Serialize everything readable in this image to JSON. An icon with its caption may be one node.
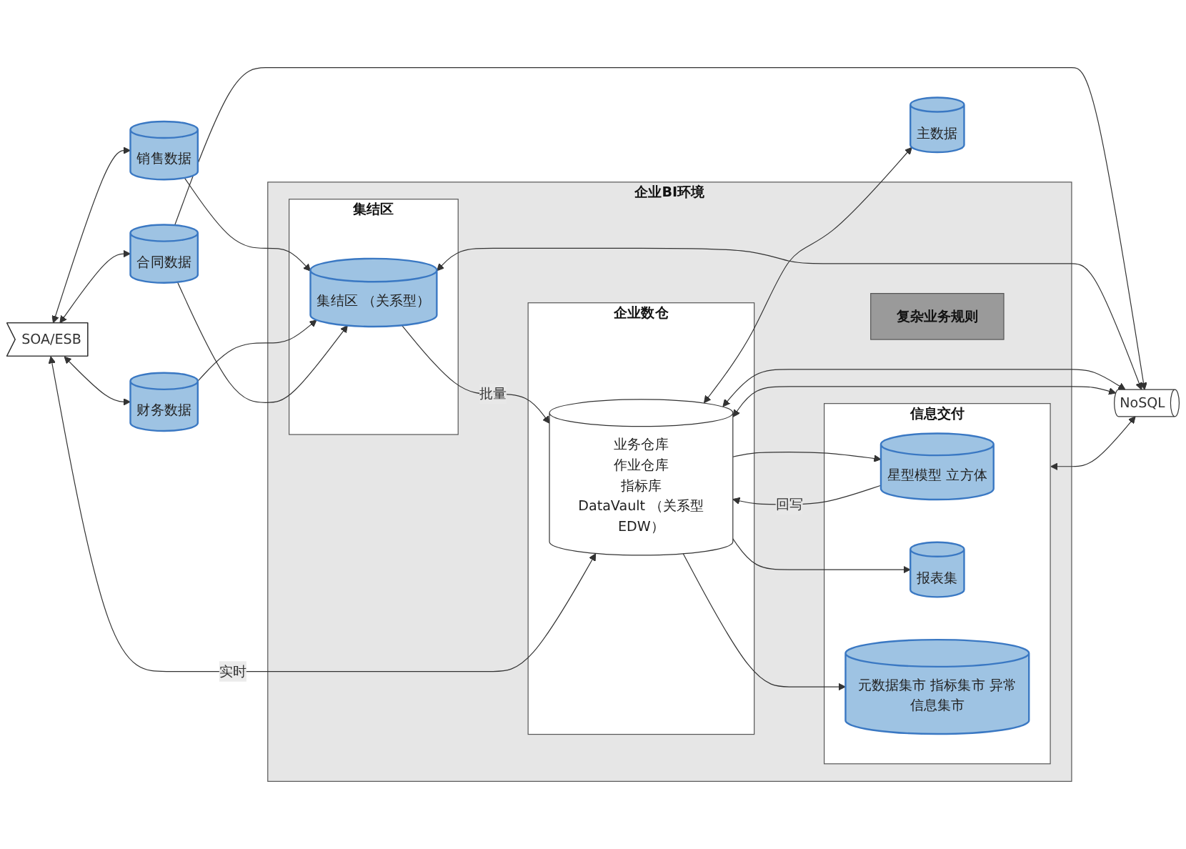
{
  "diagram": {
    "nodes": [
      {
        "text": [
          "SOA/ESB"
        ]
      },
      {
        "text": [
          "企业BI环境"
        ]
      },
      {
        "text": [
          "集结区"
        ],
        "in": 1
      },
      {
        "text": [
          "集结区 （关系型）"
        ],
        "in": 2
      },
      {
        "text": [
          "企业数仓"
        ],
        "in": 1
      },
      {
        "text": [
          "业务仓库",
          "作业仓库",
          "指标库",
          "DataVault （关系型EDW）"
        ],
        "in": 4
      },
      {
        "text": [
          "复杂业务规则"
        ],
        "in": 1
      },
      {
        "text": [
          "信息交付"
        ],
        "in": 1
      },
      {
        "text": [
          "星型模型 立方体"
        ],
        "in": 7
      },
      {
        "text": [
          "报表集"
        ],
        "in": 7
      },
      {
        "text": [
          "元数据集市 指标集市 异常信息集市"
        ],
        "in": 7
      },
      {
        "text": [
          "销售数据"
        ]
      },
      {
        "text": [
          "财务数据"
        ]
      },
      {
        "text": [
          "合同数据"
        ]
      },
      {
        "text": [
          "NoSQL"
        ]
      },
      {
        "text": [
          "主数据"
        ]
      }
    ],
    "edges": [
      {
        "from": 0,
        "to": 11,
        "arrow": "both"
      },
      {
        "from": 0,
        "to": 12,
        "arrow": "both"
      },
      {
        "from": 0,
        "to": 13,
        "arrow": "both"
      },
      {
        "from": 5,
        "to": 0,
        "arrow": "both",
        "label": "实时"
      },
      {
        "from": 11,
        "to": 3,
        "arrow": "to"
      },
      {
        "from": 12,
        "to": 3,
        "arrow": "to"
      },
      {
        "from": 13,
        "to": 3,
        "arrow": "to"
      },
      {
        "from": 3,
        "to": 5,
        "arrow": "to",
        "label": "批量"
      },
      {
        "from": 8,
        "to": 5,
        "arrow": "to",
        "label": "回写"
      },
      {
        "from": 5,
        "to": 8,
        "arrow": "to"
      },
      {
        "from": 5,
        "to": 9,
        "arrow": "to"
      },
      {
        "from": 5,
        "to": 10,
        "arrow": "to"
      },
      {
        "from": 13,
        "to": 14,
        "arrow": "to"
      },
      {
        "from": 3,
        "to": 14,
        "arrow": "both"
      },
      {
        "from": 5,
        "to": 14,
        "arrow": "both"
      },
      {
        "from": 5,
        "to": 14,
        "arrow": "both"
      },
      {
        "from": 5,
        "to": 15,
        "arrow": "both"
      },
      {
        "from": 7,
        "to": 14,
        "arrow": "both"
      }
    ]
  }
}
